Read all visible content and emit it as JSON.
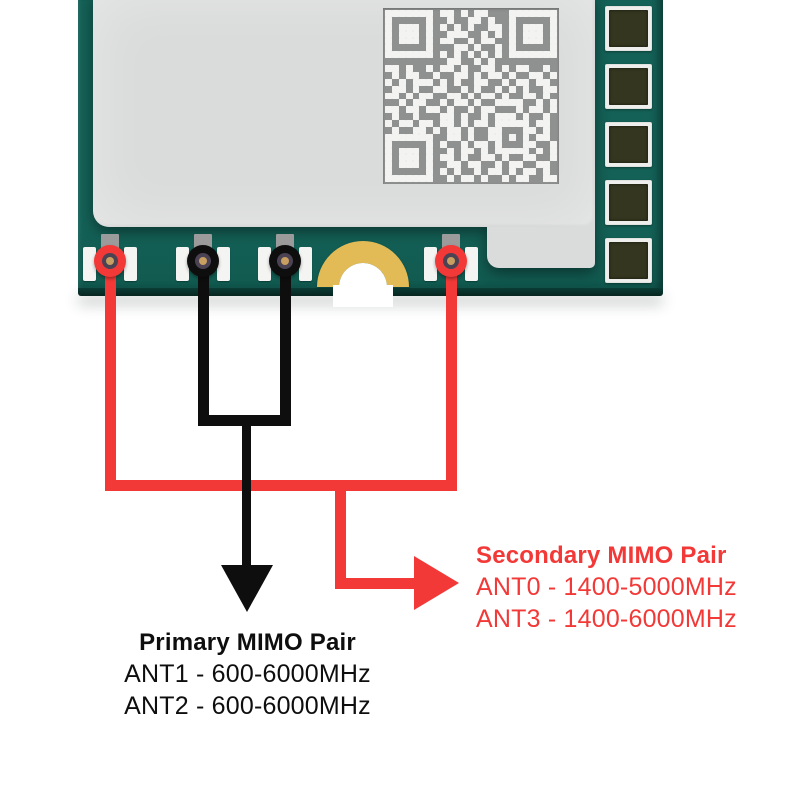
{
  "colors": {
    "bg": "#ffffff",
    "red": "#f23937",
    "ink": "#0e0e0e",
    "pcb": "#146157",
    "pcb-edge": "#0a3c35",
    "shield": "#dadcdb",
    "gold": "#e2bb56",
    "qr-bg": "#8f9090",
    "qr-module": "#f3f3f1",
    "pad-dark": "#35361f",
    "pad-frame": "#eeefed",
    "pad-gray": "#9b9b9b",
    "pad-white": "#f4f4f3",
    "connector-center": "#4b4353",
    "connector-pin": "#c89e61"
  },
  "module": {
    "right_pad_count": 5,
    "connectors": [
      {
        "id": "connector-1",
        "ring": "red"
      },
      {
        "id": "connector-2",
        "ring": "black"
      },
      {
        "id": "connector-3",
        "ring": "black"
      },
      {
        "id": "connector-4",
        "ring": "red"
      }
    ],
    "qr_rows": [
      "1111111011010110001111111",
      "1000001001001101001000001",
      "1011101010101001101011101",
      "1011101001110010101011101",
      "1011101011001011001011101",
      "1000001000110100101000001",
      "1111111010101010101111111",
      "0000000001100101000000000",
      "1101001011010011010110010",
      "0101100100110101101001101",
      "1010111010100110010110110",
      "0110100110010100101010011",
      "1101011001101011010011010",
      "0010110010110100111100101",
      "1101101101001011000101101",
      "0100100011010010111010010",
      "1011011011010110111110110",
      "0100110101101001100011010",
      "1111111001101001101010110",
      "1000001010010110100011001",
      "1011101001011010111110101",
      "1011101011010011010011001",
      "1011101001101100101100110",
      "1000001010100101101011010",
      "1111111001011010010110011"
    ]
  },
  "annotations": {
    "primary": {
      "title": "Primary MIMO Pair",
      "lines": [
        "ANT1 - 600-6000MHz",
        "ANT2 - 600-6000MHz"
      ]
    },
    "secondary": {
      "title": "Secondary MIMO Pair",
      "lines": [
        "ANT0 - 1400-5000MHz",
        "ANT3 - 1400-6000MHz"
      ]
    }
  }
}
